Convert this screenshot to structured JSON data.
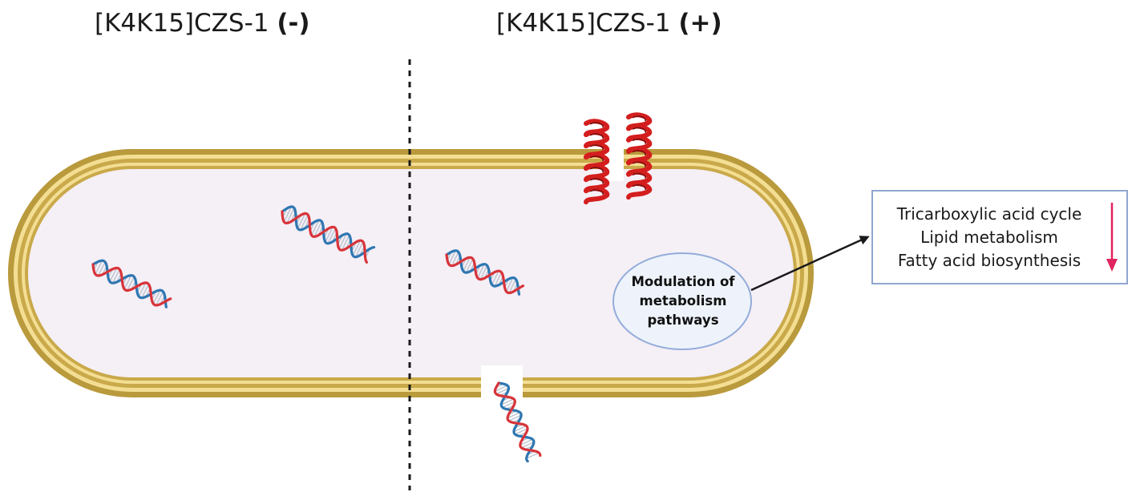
{
  "titles": {
    "left": {
      "compound": "[K4K15]CZS-1",
      "sign": "(-)"
    },
    "right": {
      "compound": "[K4K15]CZS-1",
      "sign": "(+)"
    }
  },
  "bubble": {
    "lines": [
      "Modulation of",
      "metabolism",
      "pathways"
    ]
  },
  "pathways": {
    "items": [
      "Tricarboxylic acid  cycle",
      "Lipid metabolism",
      "Fatty acid biosynthesis"
    ],
    "trend": "down"
  },
  "colors": {
    "cell_wall": "#b99a3c",
    "cell_wall_stripe": "#f3de93",
    "cytoplasm": "#f5eff6",
    "dna_red": "#d8343a",
    "dna_blue": "#2e77b2",
    "peptide_red": "#d41e1e",
    "bubble_fill": "#eef3fb",
    "bubble_border": "#93acd9",
    "box_border": "#8fa6cf",
    "trend_arrow": "#e0245e"
  }
}
